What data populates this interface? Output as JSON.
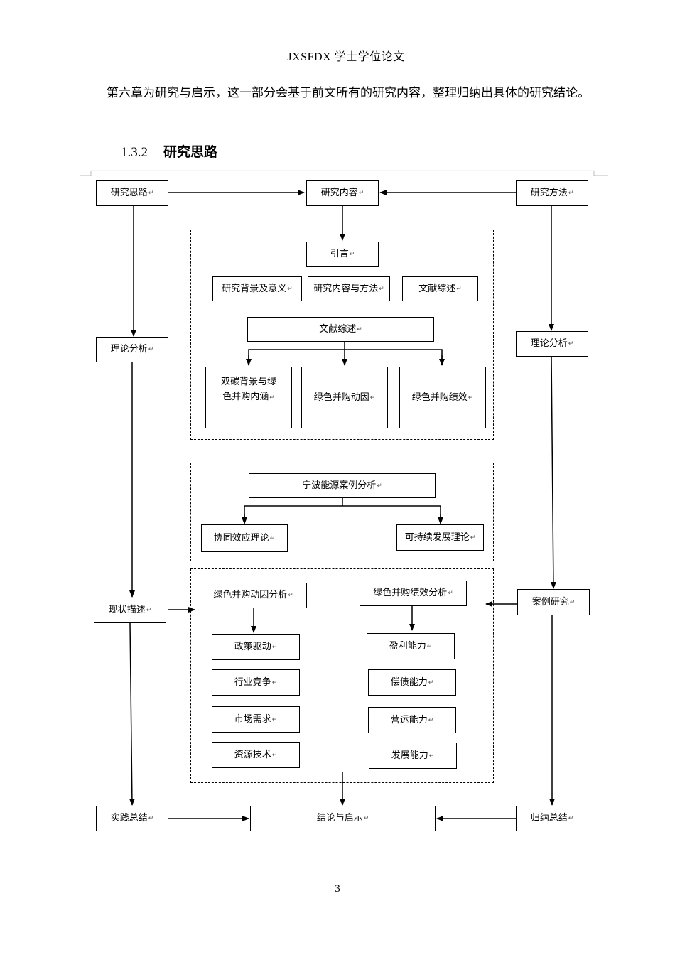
{
  "header": {
    "title": "JXSFDX 学士学位论文"
  },
  "paragraph": "第六章为研究与启示，这一部分会基于前文所有的研究内容，整理归纳出具体的研究结论。",
  "section": {
    "number": "1.3.2",
    "title": "研究思路"
  },
  "page_number": "3",
  "flowchart": {
    "top": {
      "left": "研究思路",
      "center": "研究内容",
      "right": "研究方法"
    },
    "side_left": {
      "analysis": "理论分析",
      "status": "现状描述",
      "summary": "实践总结"
    },
    "side_right": {
      "analysis": "理论分析",
      "case": "案例研究",
      "summary": "归纳总结"
    },
    "group1": {
      "intro": "引言",
      "intro_items": [
        "研究背景及意义",
        "研究内容与方法",
        "文献综述"
      ],
      "review": "文献综述",
      "review_items": [
        "双碳背景与绿色并购内涵",
        "绿色并购动因",
        "绿色并购绩效"
      ]
    },
    "group2": {
      "case": "宁波能源案例分析",
      "theories": [
        "协同效应理论",
        "可持续发展理论"
      ]
    },
    "group3": {
      "motive_title": "绿色并购动因分析",
      "motive_items": [
        "政策驱动",
        "行业竞争",
        "市场需求",
        "资源技术"
      ],
      "perf_title": "绿色并购绩效分析",
      "perf_items": [
        "盈利能力",
        "偿债能力",
        "营运能力",
        "发展能力"
      ]
    },
    "conclusion": "结论与启示"
  }
}
